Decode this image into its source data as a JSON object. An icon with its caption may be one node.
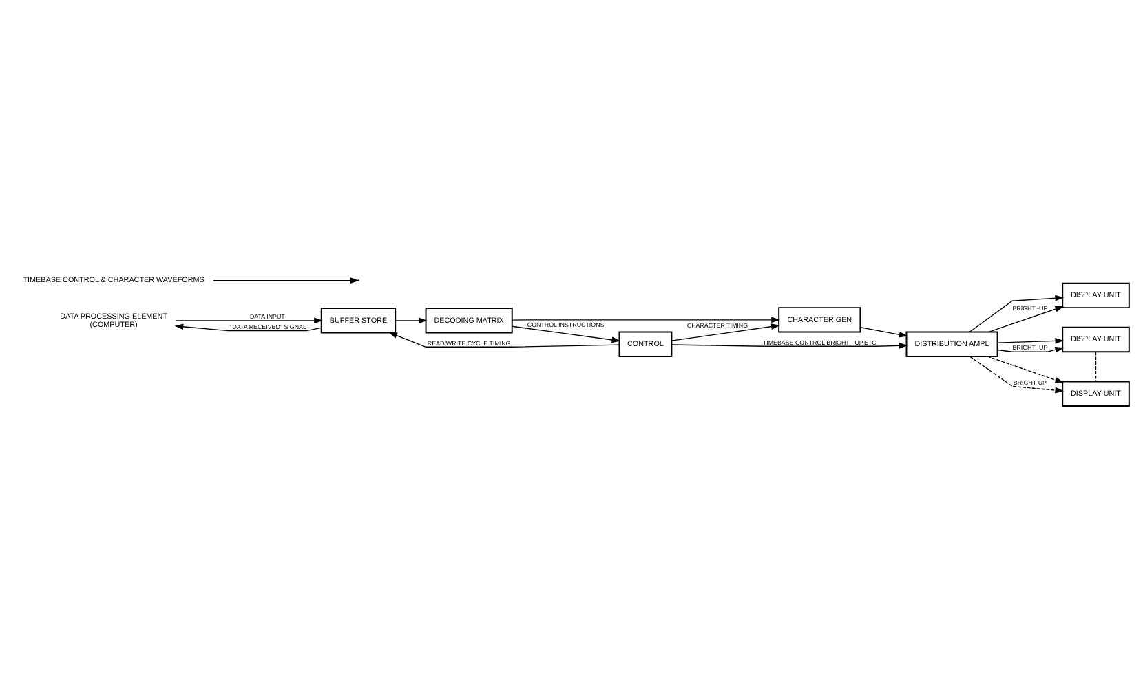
{
  "diagram": {
    "nodes": [
      {
        "text": [
          "DATA PROCESSING ELEMENT",
          "(COMPUTER)"
        ]
      },
      {
        "text": [
          "BUFFER STORE"
        ]
      },
      {
        "text": [
          "DECODING MATRIX"
        ]
      },
      {
        "text": [
          "CHARACTER GEN"
        ]
      },
      {
        "text": [
          "DISTRIBUTION AMPL"
        ]
      },
      {
        "text": [
          "CONTROL"
        ]
      },
      {
        "text": [
          "DISPLAY UNIT"
        ]
      },
      {
        "text": [
          "DISPLAY UNIT"
        ]
      },
      {
        "text": [
          "DISPLAY UNIT"
        ]
      },
      {
        "text": [
          "TIMEBASE CONTROL & CHARACTER WAVEFORMS"
        ]
      }
    ],
    "edges": [
      {
        "from": 0,
        "to": 1,
        "arrow": "to",
        "label": "DATA INPUT"
      },
      {
        "from": 1,
        "to": 0,
        "arrow": "to",
        "label": "\" DATA RECEIVED\" SIGNAL"
      },
      {
        "from": 1,
        "to": 2,
        "arrow": "to"
      },
      {
        "from": 2,
        "to": 3,
        "arrow": "to"
      },
      {
        "from": 3,
        "to": 4,
        "arrow": "to"
      },
      {
        "from": 2,
        "to": 5,
        "arrow": "to",
        "label": "CONTROL INSTRUCTIONS"
      },
      {
        "from": 5,
        "to": 1,
        "arrow": "to",
        "label": "READ/WRITE CYCLE TIMING"
      },
      {
        "from": 5,
        "to": 3,
        "arrow": "to",
        "label": "CHARACTER TIMING"
      },
      {
        "from": 5,
        "to": 4,
        "arrow": "to",
        "label": "TIMEBASE CONTROL BRIGHT - UP,ETC"
      },
      {
        "from": 4,
        "to": 6,
        "arrow": "to"
      },
      {
        "from": 4,
        "to": 6,
        "arrow": "to",
        "label": "BRIGHT -UP"
      },
      {
        "from": 4,
        "to": 7,
        "arrow": "to"
      },
      {
        "from": 4,
        "to": 7,
        "arrow": "to",
        "label": "BRIGHT -UP"
      },
      {
        "from": 4,
        "to": 8,
        "arrow": "to",
        "style": "dashed"
      },
      {
        "from": 4,
        "to": 8,
        "arrow": "to",
        "label": "BRIGHT-UP",
        "style": "dashed"
      },
      {
        "from": 7,
        "to": 8,
        "arrow": "none",
        "style": "dashed"
      },
      {
        "from": 9,
        "to": null,
        "arrow": "to"
      }
    ]
  }
}
